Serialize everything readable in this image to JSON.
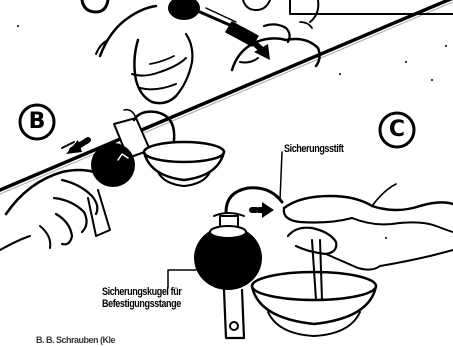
{
  "panels": {
    "b": {
      "letter": "B"
    },
    "c": {
      "letter": "C",
      "pin_label": "Sicherungsstift",
      "ball_label_line1": "Sicherungskugel für",
      "ball_label_line2": "Befestigungsstange"
    }
  },
  "footer_fragment": "B. B. Schrauben (Kle",
  "colors": {
    "ink": "#000000",
    "paper": "#ffffff"
  },
  "icons": [
    "left-arrow-icon",
    "right-arrow-icon",
    "down-right-arrow-icon"
  ]
}
